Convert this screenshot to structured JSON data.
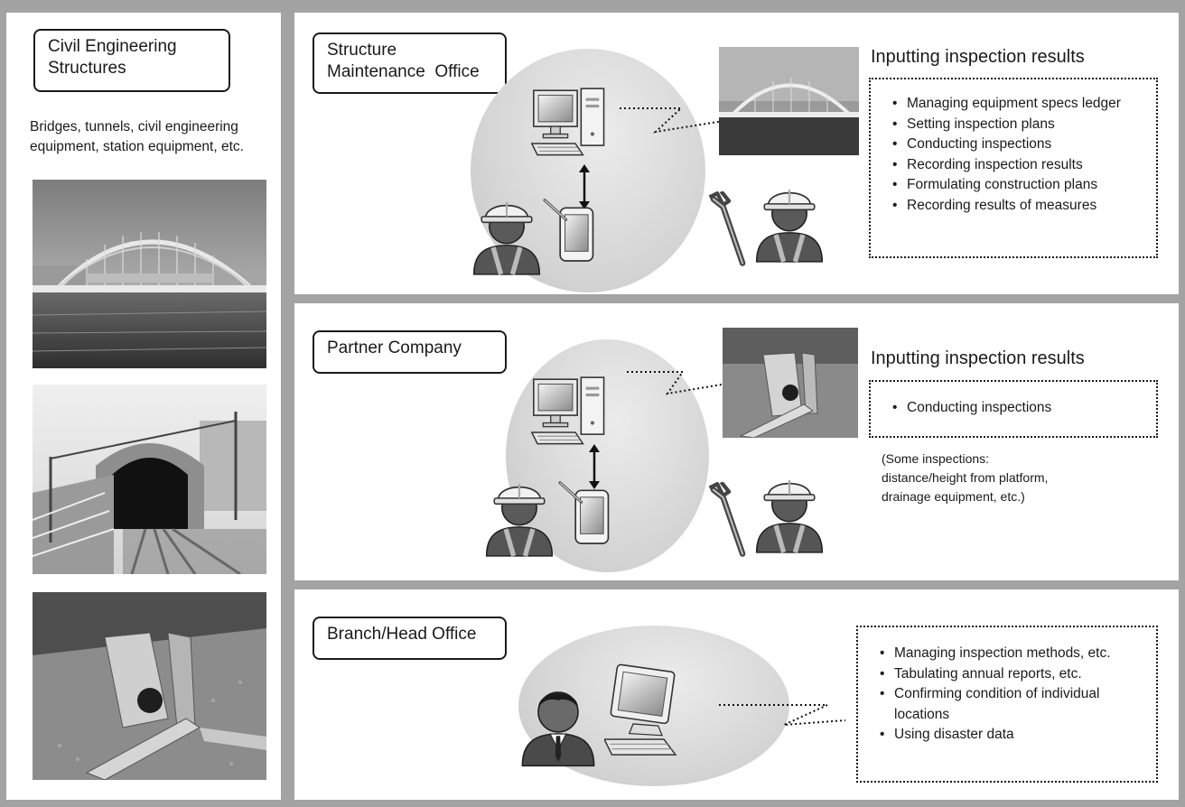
{
  "left": {
    "title": [
      "Civil Engineering",
      "Structures"
    ],
    "description": [
      "Bridges, tunnels, civil engineering",
      "equipment, station equipment, etc."
    ],
    "photos": [
      "bridge-photo",
      "tunnel-photo",
      "drainage-photo"
    ]
  },
  "sections": [
    {
      "title": [
        "Structure",
        "Maintenance  Office"
      ],
      "heading": "Inputting inspection results",
      "items": [
        "Managing equipment specs ledger",
        "Setting inspection plans",
        "Conducting inspections",
        "Recording inspection results",
        "Formulating construction plans",
        "Recording results of measures"
      ]
    },
    {
      "title": [
        "Partner Company"
      ],
      "heading": "Inputting inspection results",
      "items": [
        "Conducting inspections"
      ],
      "note": [
        "(Some inspections:",
        "distance/height from platform,",
        "drainage equipment, etc.)"
      ]
    },
    {
      "title": [
        "Branch/Head Office"
      ],
      "heading": "",
      "items": [
        "Managing inspection methods, etc.",
        "Tabulating annual reports, etc.",
        "Confirming condition of individual",
        "locations",
        "Using disaster data"
      ]
    }
  ],
  "icons": [
    "computer-icon",
    "tablet-icon",
    "worker-icon",
    "wrench-icon",
    "businessman-icon",
    "double-arrow-icon"
  ]
}
